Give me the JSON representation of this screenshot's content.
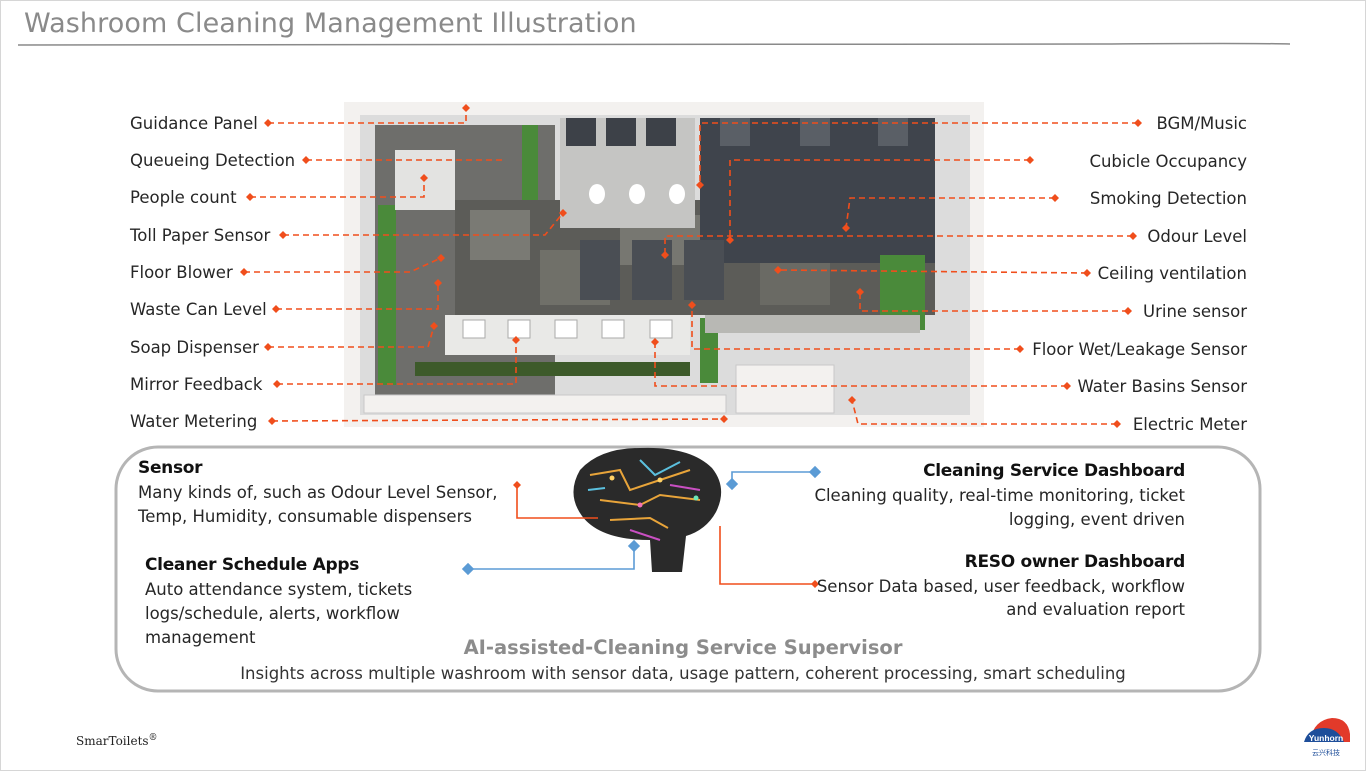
{
  "title": "Washroom Cleaning Management Illustration",
  "left_labels": [
    "Guidance Panel",
    "Queueing Detection",
    "People count",
    "Toll Paper Sensor",
    "Floor Blower",
    "Waste Can Level",
    "Soap Dispenser",
    "Mirror Feedback",
    "Water Metering"
  ],
  "right_labels": [
    "BGM/Music",
    "Cubicle  Occupancy",
    "Smoking Detection",
    "Odour Level",
    "Ceiling ventilation",
    "Urine sensor",
    "Floor Wet/Leakage Sensor",
    "Water Basins Sensor",
    "Electric Meter"
  ],
  "sensor": {
    "heading": "Sensor",
    "text": "Many kinds of, such as Odour Level Sensor, Temp, Humidity,  consumable dispensers"
  },
  "cleaner_apps": {
    "heading": "Cleaner Schedule Apps",
    "text": "Auto attendance system, tickets logs/schedule, alerts, workflow management"
  },
  "cleaning_dashboard": {
    "heading": "Cleaning Service Dashboard",
    "line1": "Cleaning quality, real-time monitoring, ticket",
    "line2": "logging, event driven"
  },
  "reso_dashboard": {
    "heading": "RESO owner Dashboard",
    "line1": "Sensor Data based, user feedback, workflow",
    "line2": "and evaluation report"
  },
  "ai": {
    "title": "AI-assisted-Cleaning Service Supervisor",
    "subtitle": "Insights across multiple washroom with sensor data, usage pattern, coherent processing, smart scheduling"
  },
  "brand": "SmarToilets",
  "brand_mark": "®",
  "logo_text": "Yunhorn",
  "logo_cn": "云兴科技",
  "colors": {
    "accent": "#f04e1c",
    "blue": "#5b9bd5",
    "plant": "#4a8a3a"
  }
}
